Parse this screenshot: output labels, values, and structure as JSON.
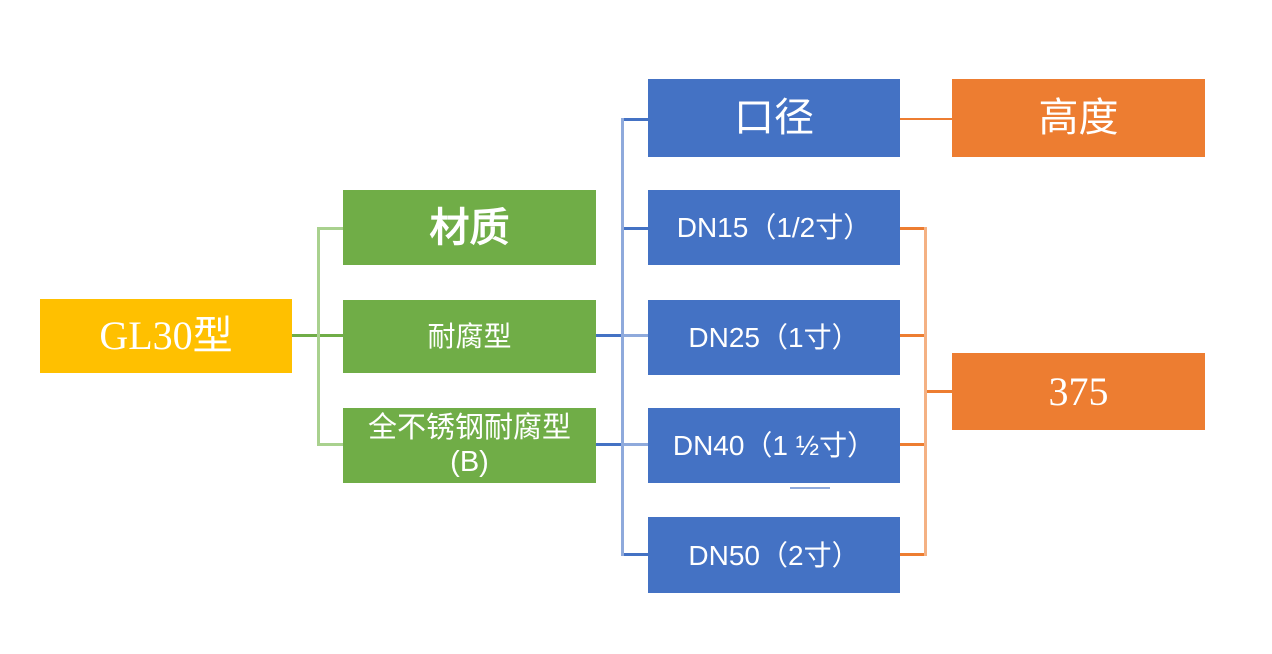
{
  "diagram": {
    "root": {
      "label": "GL30型"
    },
    "material": {
      "header": "材质",
      "items": [
        {
          "label": "耐腐型"
        },
        {
          "lines": [
            "全不锈钢耐腐型",
            "(B)"
          ]
        }
      ]
    },
    "diameter": {
      "header": "口径",
      "items": [
        {
          "label": "DN15（1/2寸）"
        },
        {
          "label": "DN25（1寸）"
        },
        {
          "label": "DN40（1 ½寸）"
        },
        {
          "label": "DN50（2寸）"
        }
      ]
    },
    "height": {
      "header": "高度",
      "value": "375"
    },
    "edges": [
      {
        "from": "GL30型",
        "to": [
          "材质",
          "耐腐型",
          "全不锈钢耐腐型(B)"
        ],
        "color": "green"
      },
      {
        "from": [
          "耐腐型",
          "全不锈钢耐腐型(B)"
        ],
        "to": [
          "口径",
          "DN15（1/2寸）",
          "DN25（1寸）",
          "DN40（1 ½寸）",
          "DN50（2寸）"
        ],
        "color": "blue"
      },
      {
        "from": [
          "DN15（1/2寸）",
          "DN25（1寸）",
          "DN40（1 ½寸）",
          "DN50（2寸）"
        ],
        "to": [
          "375"
        ],
        "color": "orange"
      },
      {
        "from": "口径",
        "to": "高度",
        "color": "orange"
      }
    ],
    "colors": {
      "root_fill": "#FFC000",
      "material_fill": "#70AD47",
      "diameter_fill": "#4472C4",
      "height_fill": "#ED7D31",
      "green_line": "#70AD47",
      "green_line_light": "#A9D18E",
      "blue_line": "#4472C4",
      "blue_line_light": "#8FAADC",
      "orange_line": "#ED7D31",
      "orange_line_light": "#F4B183",
      "text": "#FFFFFF"
    }
  }
}
